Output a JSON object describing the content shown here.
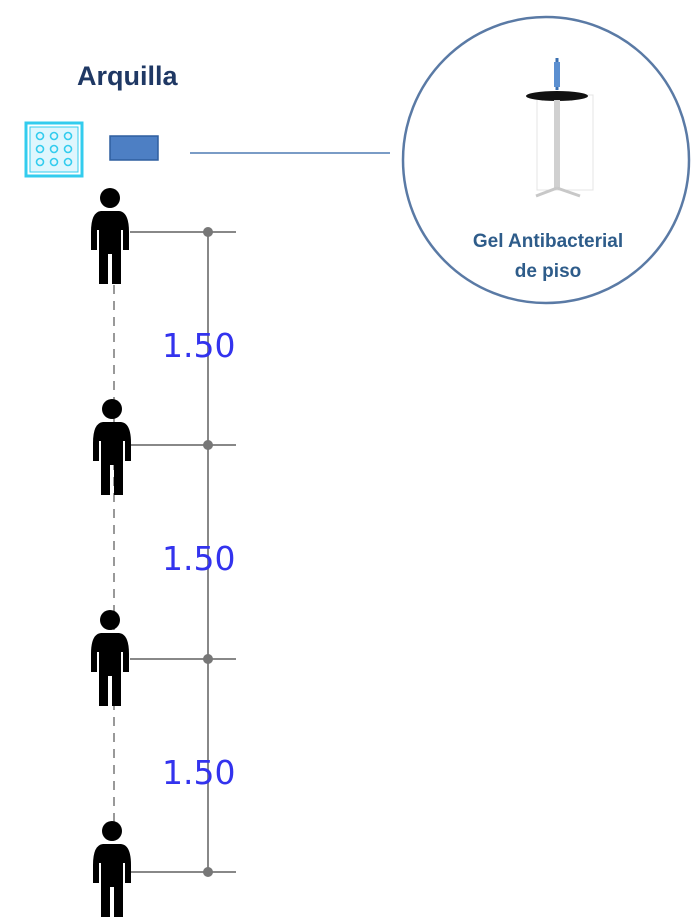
{
  "title": "Arquilla",
  "gel_station": {
    "label_line1": "Gel Antibacterial",
    "label_line2": "de piso",
    "icon": "gel-stand-icon"
  },
  "devices": [
    {
      "icon": "grid-device-icon"
    },
    {
      "icon": "blue-rectangle-icon"
    }
  ],
  "people": [
    {
      "icon": "person-icon"
    },
    {
      "icon": "person-icon"
    },
    {
      "icon": "person-icon"
    },
    {
      "icon": "person-icon"
    }
  ],
  "dimensions": [
    "1.50",
    "1.50",
    "1.50"
  ],
  "colors": {
    "title": "#1f3864",
    "circle_stroke": "#5a7aa5",
    "caption": "#2e5c8a",
    "dimension_text": "#3333ee",
    "dimension_lines": "#888888",
    "grid_device": "#33ccee",
    "rect_fill": "#4d7fc4",
    "connector": "#7a9cc6"
  }
}
